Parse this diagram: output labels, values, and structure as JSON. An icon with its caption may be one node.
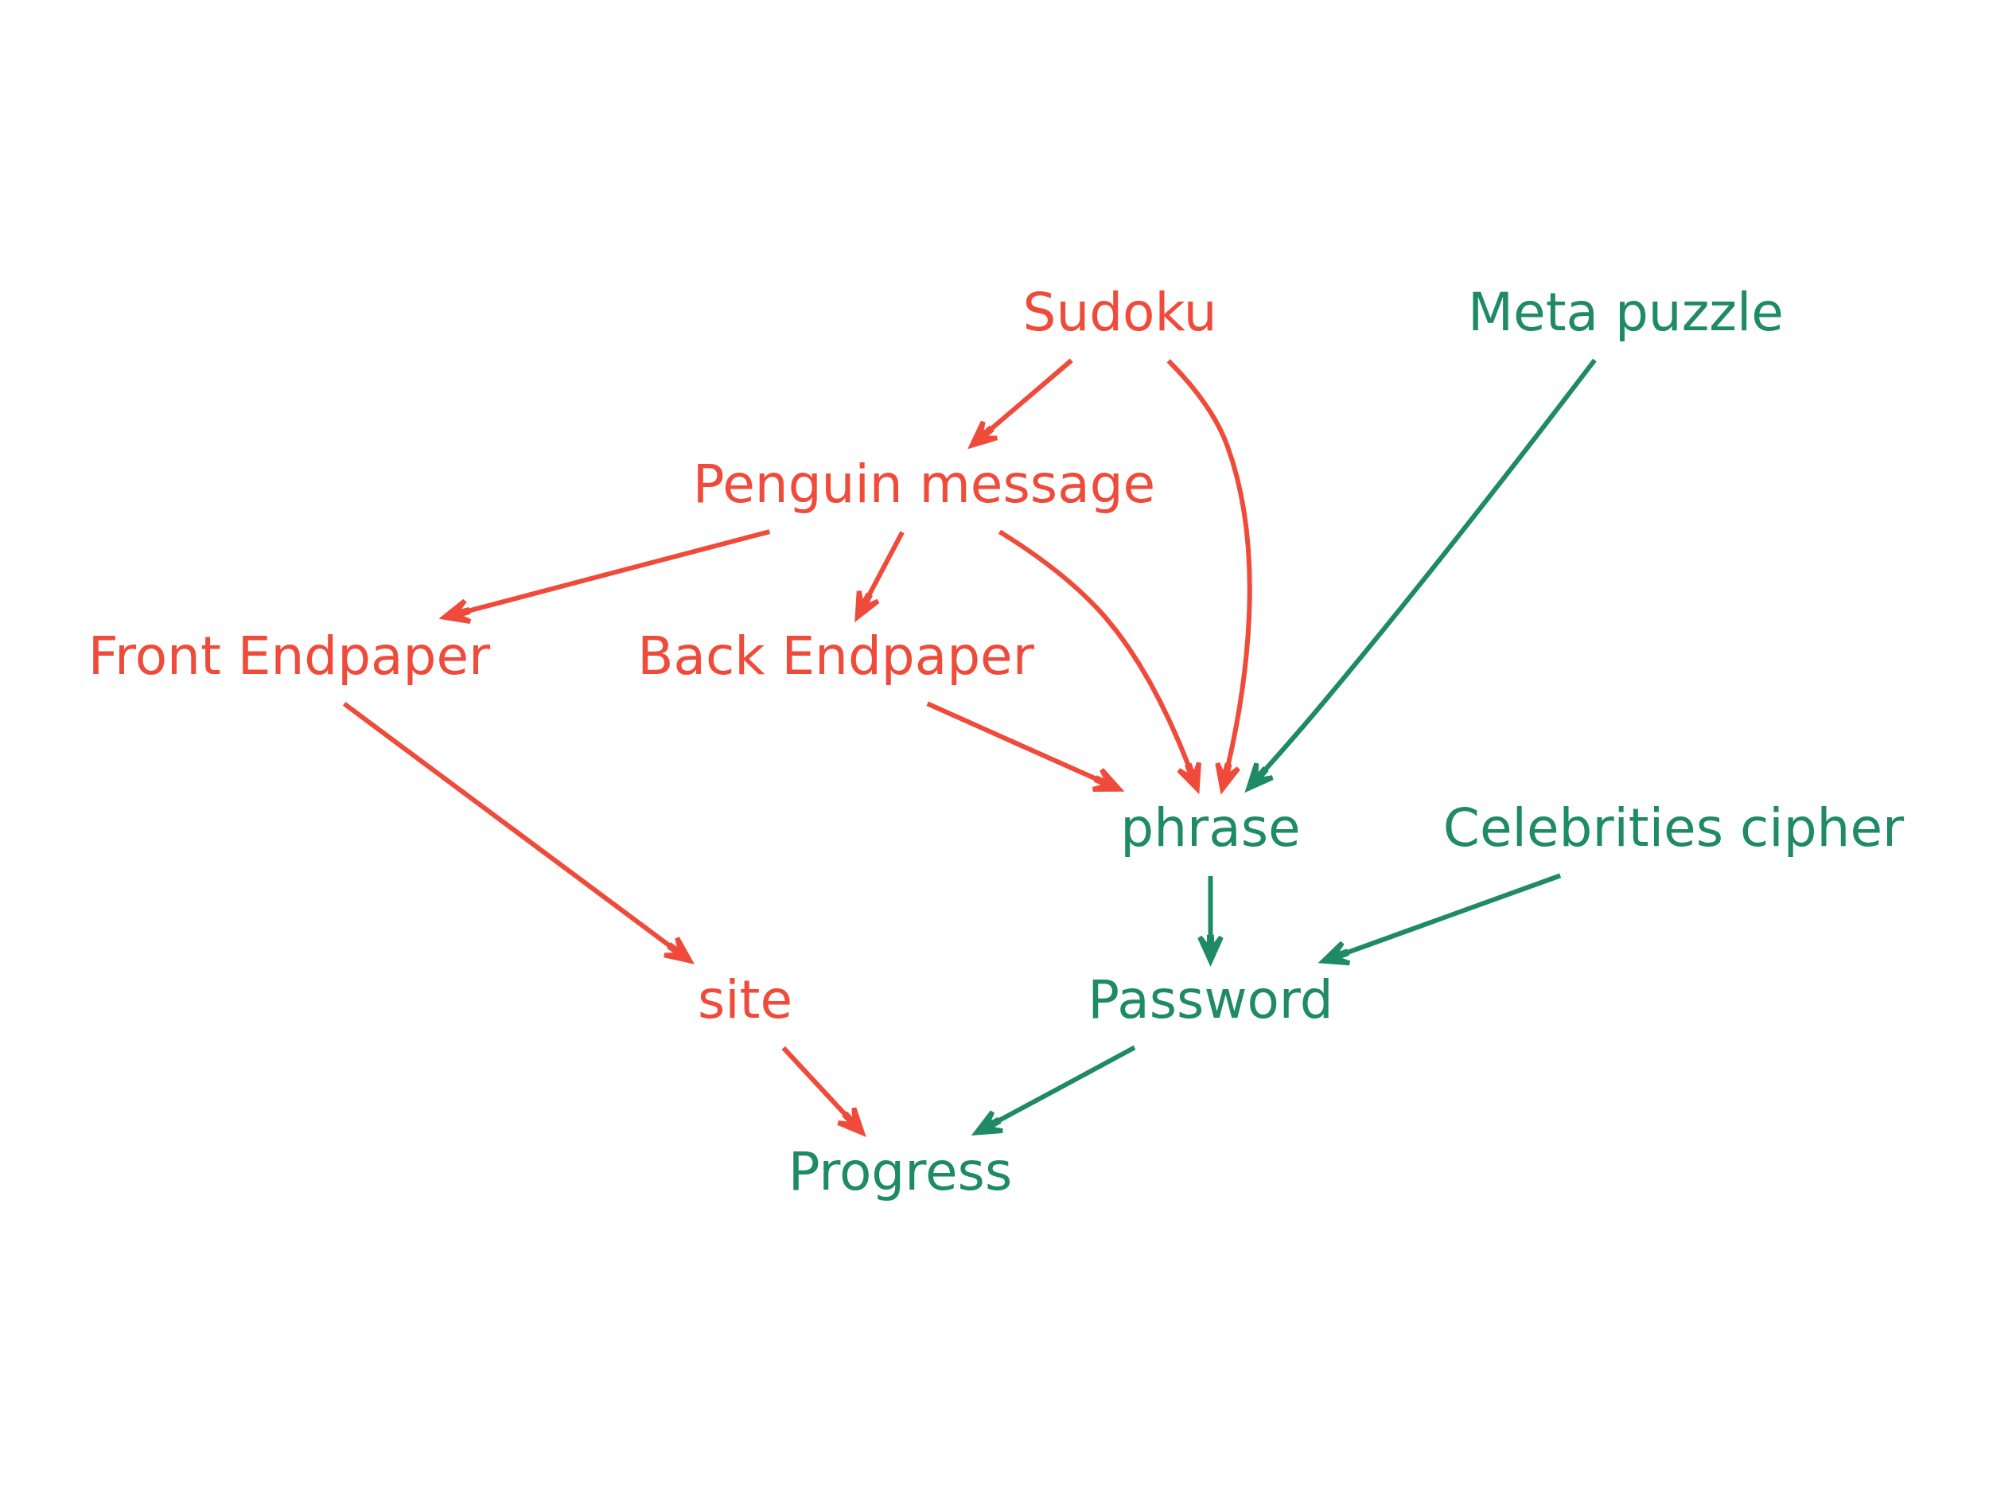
{
  "diagram": {
    "nodes": [
      {
        "text": [
          "Sudoku"
        ]
      },
      {
        "text": [
          "Meta puzzle"
        ]
      },
      {
        "text": [
          "Penguin message"
        ]
      },
      {
        "text": [
          "Celebrities cipher"
        ]
      },
      {
        "text": [
          "Back Endpaper"
        ]
      },
      {
        "text": [
          "Front Endpaper"
        ]
      },
      {
        "text": [
          "phrase"
        ]
      },
      {
        "text": [
          "Password"
        ]
      },
      {
        "text": [
          "site"
        ]
      },
      {
        "text": [
          "Progress"
        ]
      }
    ],
    "edges": [
      {
        "from": 0,
        "to": 2,
        "arrow": "to"
      },
      {
        "from": 0,
        "to": 6,
        "arrow": "to"
      },
      {
        "from": 1,
        "to": 6,
        "arrow": "to",
        "color": "#1e8a66"
      },
      {
        "from": 2,
        "to": 5,
        "arrow": "to"
      },
      {
        "from": 2,
        "to": 4,
        "arrow": "to"
      },
      {
        "from": 2,
        "to": 6,
        "arrow": "to"
      },
      {
        "from": 4,
        "to": 6,
        "arrow": "to"
      },
      {
        "from": 3,
        "to": 7,
        "arrow": "to",
        "color": "#1e8a66"
      },
      {
        "from": 6,
        "to": 7,
        "arrow": "to",
        "color": "#1e8a66"
      },
      {
        "from": 5,
        "to": 8,
        "arrow": "to"
      },
      {
        "from": 8,
        "to": 9,
        "arrow": "to"
      },
      {
        "from": 7,
        "to": 9,
        "arrow": "to",
        "color": "#1e8a66"
      }
    ]
  }
}
